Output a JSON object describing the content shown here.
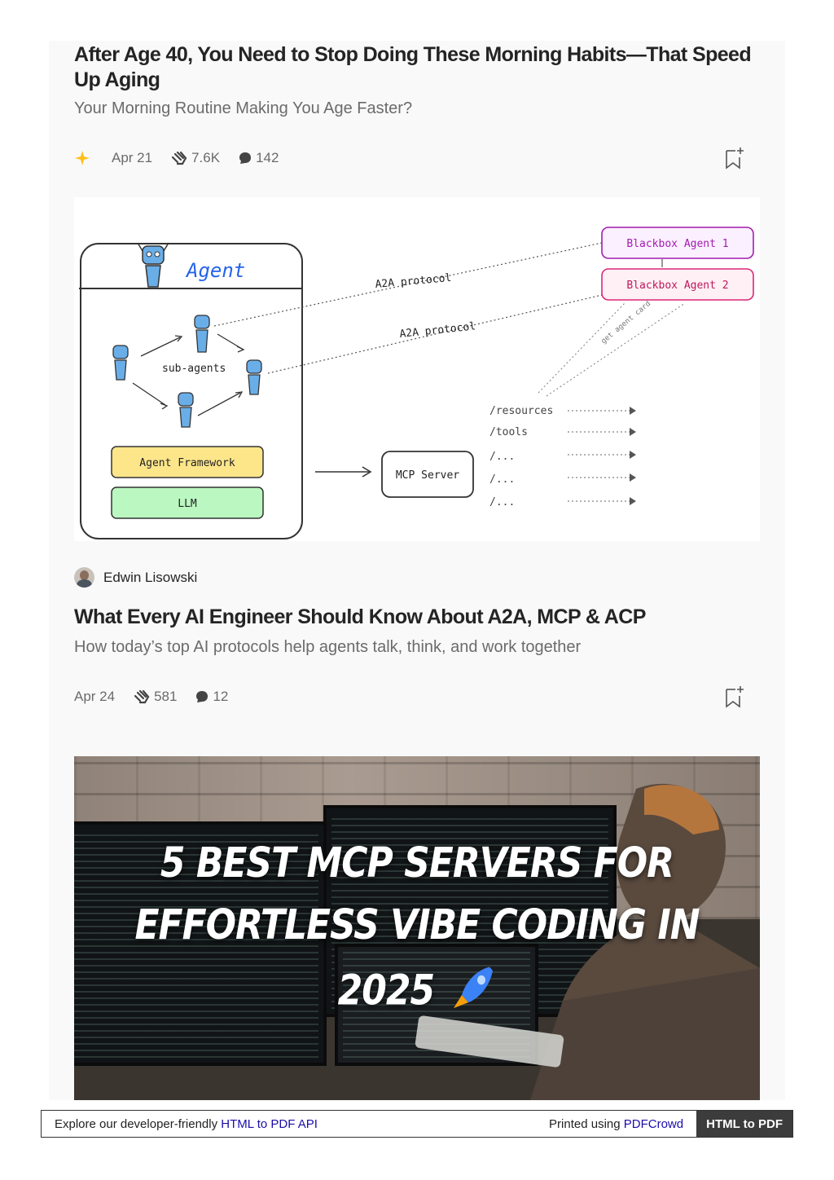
{
  "articles": [
    {
      "title": "After Age 40, You Need to Stop Doing These Morning Habits—That Speed Up Aging",
      "subtitle": "Your Morning Routine Making You Age Faster?",
      "date": "Apr 21",
      "claps": "7.6K",
      "comments": "142",
      "member_only": true
    },
    {
      "author": "Edwin Lisowski",
      "title": "What Every AI Engineer Should Know About A2A, MCP & ACP",
      "subtitle": "How today’s top AI protocols help agents talk, think, and work together",
      "date": "Apr 24",
      "claps": "581",
      "comments": "12"
    }
  ],
  "diagram": {
    "agent": "Agent",
    "subagents": "sub-agents",
    "framework": "Agent Framework",
    "llm": "LLM",
    "protocol1": "A2A protocol",
    "protocol2": "A2A protocol",
    "blackbox1": "Blackbox Agent 1",
    "blackbox2": "Blackbox Agent 2",
    "agent_card": "get agent card",
    "mcp": "MCP Server",
    "routes": [
      "/resources",
      "/tools",
      "/...",
      "/...",
      "/..."
    ]
  },
  "photo": {
    "lines": [
      "5 BEST MCP SERVERS FOR",
      "EFFORTLESS VIBE CODING IN",
      "2025"
    ]
  },
  "footer": {
    "prefix": "Explore our developer-friendly ",
    "api_link": "HTML to PDF API",
    "printed": "Printed using ",
    "brand_link": "PDFCrowd",
    "cta": "HTML to PDF"
  },
  "colors": {
    "star": "#ffc017",
    "framework_fill": "#fde68a",
    "llm_fill": "#bbf7c0",
    "blackbox1": "#a21caf",
    "blackbox2": "#db2777"
  }
}
